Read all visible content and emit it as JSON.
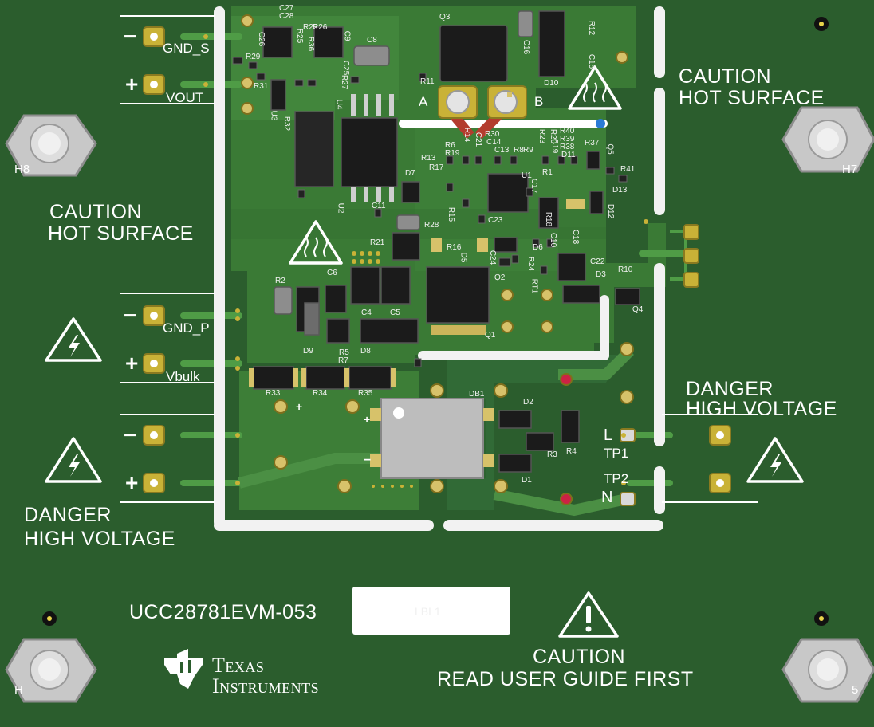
{
  "board": {
    "name": "UCC28781EVM-053",
    "label_placeholder": "LBL1",
    "logo": {
      "line1": "Texas",
      "line2": "Instruments"
    }
  },
  "warnings": {
    "caution_hot": "CAUTION",
    "hot_surface": "HOT SURFACE",
    "danger": "DANGER",
    "high_voltage": "HIGH VOLTAGE",
    "read_guide": "READ USER GUIDE FIRST"
  },
  "terminals": {
    "gnd_s": "GND_S",
    "vout": "VOUT",
    "gnd_p": "GND_P",
    "vbulk": "Vbulk",
    "tp1": "TP1",
    "tp2": "TP2",
    "line": "L",
    "neutral": "N",
    "minus": "−",
    "plus": "+",
    "a": "A",
    "b": "B"
  },
  "holes": [
    "H8",
    "H7",
    "H",
    "5"
  ],
  "designators": [
    "C27",
    "C28",
    "C26",
    "R22",
    "R26",
    "R25",
    "R36",
    "C9",
    "C8",
    "C25",
    "R27",
    "R29",
    "R31",
    "R32",
    "U3",
    "U4",
    "U2",
    "Q3",
    "C16",
    "R12",
    "C15",
    "D10",
    "R11",
    "R14",
    "R30",
    "C14",
    "C21",
    "C13",
    "R6",
    "R19",
    "R13",
    "R17",
    "R20",
    "R23",
    "R8",
    "R9",
    "C19",
    "R40",
    "R39",
    "R38",
    "D11",
    "R37",
    "Q5",
    "R1",
    "R41",
    "U1",
    "C17",
    "D13",
    "D12",
    "D7",
    "C11",
    "R28",
    "R15",
    "R16",
    "D5",
    "C23",
    "D6",
    "R18",
    "C10",
    "C18",
    "C24",
    "R24",
    "Q2",
    "RT1",
    "C22",
    "D3",
    "R10",
    "Q4",
    "R21",
    "R2",
    "C6",
    "C4",
    "C5",
    "Q1",
    "D9",
    "D8",
    "R5",
    "R7",
    "R33",
    "R34",
    "R35",
    "DB1",
    "D2",
    "R3",
    "R4",
    "D1"
  ]
}
